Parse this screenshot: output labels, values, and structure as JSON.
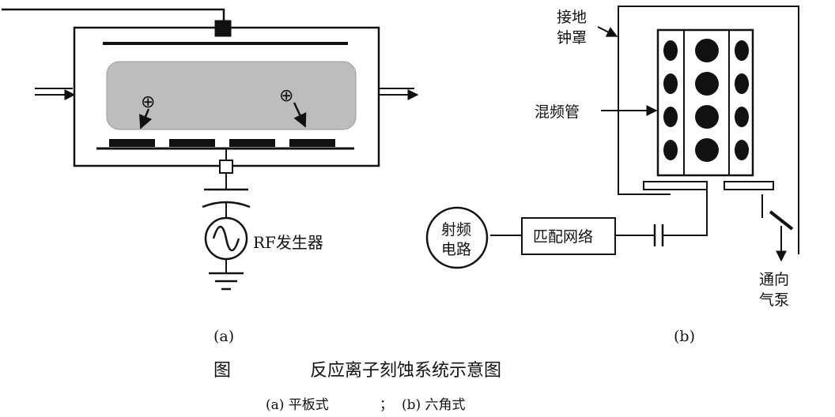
{
  "panel_a": {
    "label": "(a)",
    "ion_symbol": "⊕",
    "rf_label": "RF发生器"
  },
  "panel_b": {
    "label": "(b)",
    "ground_bell_line1": "接地",
    "ground_bell_line2": "钟罩",
    "mixer_tube": "混频管",
    "rf_circuit_line1": "射频",
    "rf_circuit_line2": "电路",
    "matching_network": "匹配网络",
    "to_pump_line1": "通向",
    "to_pump_line2": "气泵"
  },
  "caption": {
    "fig": "图",
    "title": "反应离子刻蚀系统示意图",
    "sub_a": "(a) 平板式",
    "sep": "；",
    "sub_b": "(b) 六角式"
  },
  "colors": {
    "ink": "#111111",
    "plasma": "#bdbdbd"
  }
}
